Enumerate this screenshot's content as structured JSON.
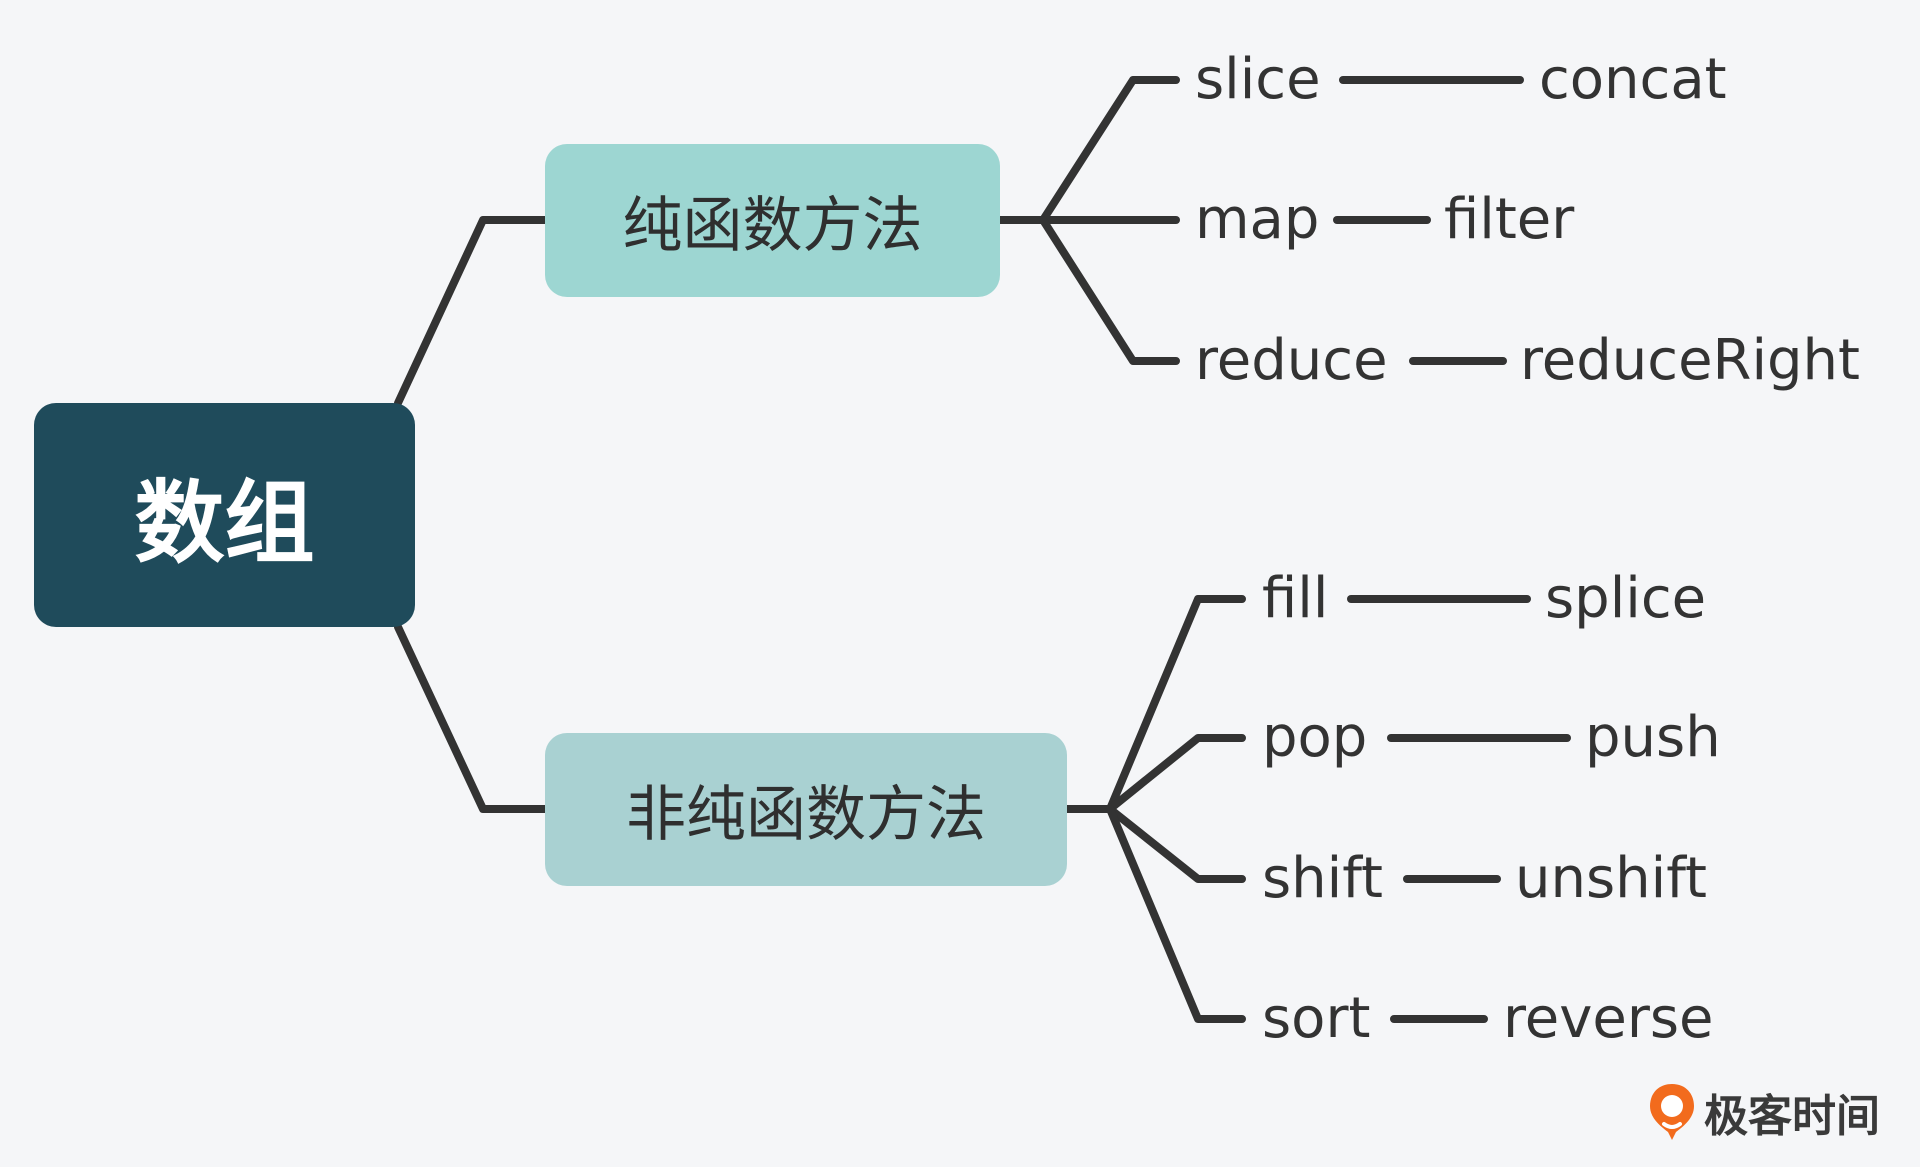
{
  "root": {
    "label": "数组"
  },
  "branches": [
    {
      "id": "pure",
      "label": "纯函数方法",
      "color": "#9dd6d2",
      "items": [
        {
          "method": "slice",
          "pair": "concat"
        },
        {
          "method": "map",
          "pair": "filter"
        },
        {
          "method": "reduce",
          "pair": "reduceRight"
        }
      ]
    },
    {
      "id": "impure",
      "label": "非纯函数方法",
      "color": "#a9d1d2",
      "items": [
        {
          "method": "fill",
          "pair": "splice"
        },
        {
          "method": "pop",
          "pair": "push"
        },
        {
          "method": "shift",
          "pair": "unshift"
        },
        {
          "method": "sort",
          "pair": "reverse"
        }
      ]
    }
  ],
  "logo": {
    "text": "极客时间",
    "icon": "geektime-logo-icon",
    "color": "#f26b1d"
  },
  "colors": {
    "root_fill": "#1f4b5b",
    "connector": "#333333",
    "background": "#f5f6f8"
  }
}
